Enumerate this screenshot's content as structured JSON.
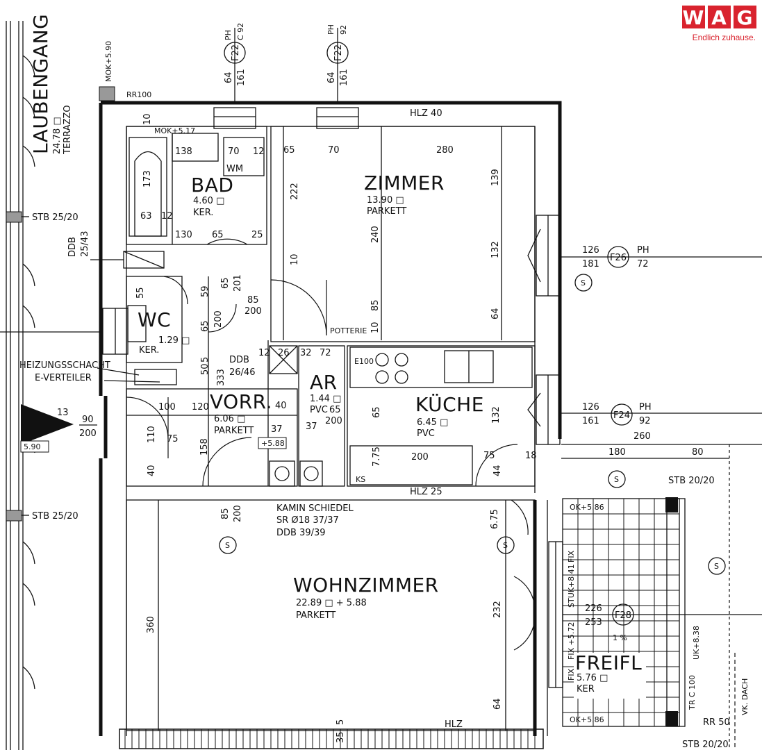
{
  "logo": {
    "letters": [
      "W",
      "A",
      "G"
    ],
    "tagline": "Endlich zuhause.",
    "color": "#d9232e"
  },
  "corridor": {
    "name": "LAUBENGANG",
    "area": "24.78 □",
    "floor": "TERRAZZO"
  },
  "rooms": {
    "bad": {
      "name": "BAD",
      "area": "4.60 □",
      "floor": "KER."
    },
    "zimmer": {
      "name": "ZIMMER",
      "area": "13.90 □",
      "floor": "PARKETT"
    },
    "wc": {
      "name": "WC",
      "area": "1.29 □",
      "floor": "KER."
    },
    "vorr": {
      "name": "VORR.",
      "area": "6.06 □",
      "floor": "PARKETT"
    },
    "ar": {
      "name": "AR",
      "area": "1.44 □",
      "floor": "PVC"
    },
    "kueche": {
      "name": "KÜCHE",
      "area": "6.45 □",
      "floor": "PVC"
    },
    "wohnzimmer": {
      "name": "WOHNZIMMER",
      "area": "22.89 □ + 5.88",
      "floor": "PARKETT"
    },
    "freifl": {
      "name": "FREIFL",
      "area": "5.76 □",
      "floor": "KER"
    }
  },
  "labels": {
    "hlz40": "HLZ 40",
    "hlz25": "HLZ 25",
    "hlz": "HLZ",
    "stb_left_1": "STB 25/20",
    "stb_left_2": "STB 25/20",
    "stb_right_top": "STB 20/20",
    "stb_right_bottom": "STB 20/20",
    "ddb_left": "DDB",
    "ddb_left_dim": "25/43",
    "heizung": "HEIZUNGSSCHACHT",
    "everteiler": "E-VERTEILER",
    "ddb_vorr": "DDB",
    "ddb_vorr_dim": "26/46",
    "kamin": "KAMIN  SCHIEDEL",
    "sr": "SR        Ø18  37/37",
    "ddb_kamin": "DDB   39/39",
    "potterie": "POTTERIE",
    "wm": "WM",
    "mok": "MOK+5.17",
    "mok_top": "MOK+5.90",
    "rr100": "RR100",
    "rr50": "RR 50",
    "e100": "E100",
    "ks": "KS",
    "dach": "VK. DACH",
    "fix": "FIX",
    "stuk": "STUK+8.41",
    "uk": "UK+8.38",
    "ok": "OK+5.86",
    "okb": "OK+5.86",
    "fix572": "FIX +5.72",
    "fixb": "FIX",
    "trc": "TR C 100",
    "level1": "+5.88",
    "level2": "5.90",
    "slope": "1 %",
    "num13": "13"
  },
  "windows": {
    "f22a": {
      "id": "F22",
      "tag": "PH",
      "sub": "C 92",
      "w": "64",
      "h": "161"
    },
    "f22b": {
      "id": "F22",
      "tag": "PH",
      "sub": "92",
      "w": "64",
      "h": "161"
    },
    "f26": {
      "id": "F26",
      "tag": "PH",
      "sub": "72",
      "w": "126",
      "h": "181"
    },
    "f24": {
      "id": "F24",
      "tag": "PH",
      "sub": "92",
      "w": "126",
      "h": "161"
    },
    "f28": {
      "id": "F28",
      "w": "226",
      "h": "253"
    }
  },
  "dims": {
    "d10": "10",
    "d138": "138",
    "d70a": "70",
    "d12a": "12",
    "d65a": "65",
    "d70b": "70",
    "d280": "280",
    "d173": "173",
    "d222": "222",
    "d240": "240",
    "d139": "139",
    "d132a": "132",
    "d63": "63",
    "d12b": "12",
    "d130": "130",
    "d65b": "65",
    "d25": "25",
    "d10b": "10",
    "d85a": "85",
    "d200a": "200",
    "d64a": "64",
    "d85b": "85",
    "d200b": "200",
    "d65c": "65",
    "d5a": "5",
    "d50": "50",
    "d333": "333",
    "d90": "90",
    "d200c": "200",
    "d100": "100",
    "d120": "120",
    "d110": "110",
    "d75a": "75",
    "d10c": "10",
    "d158": "158",
    "d40a": "40",
    "d37a": "37",
    "d371": "37",
    "d65d": "65",
    "d200d": "200",
    "d132b": "132",
    "d260": "260",
    "d180": "180",
    "d80": "80",
    "d200e": "200",
    "d75b": "75",
    "d18": "18",
    "d44": "44",
    "d775": "7.75",
    "d65e": "65",
    "d85c": "85",
    "d200f": "200",
    "d675": "6.75",
    "d232": "232",
    "d360": "360",
    "d64b": "64",
    "d5b": "5",
    "d35": "35",
    "d40b": "40",
    "d55": "55",
    "d59": "59",
    "d651": "65",
    "d201": "201",
    "d12c": "12",
    "d26": "26",
    "d32": "32",
    "d72": "72"
  }
}
